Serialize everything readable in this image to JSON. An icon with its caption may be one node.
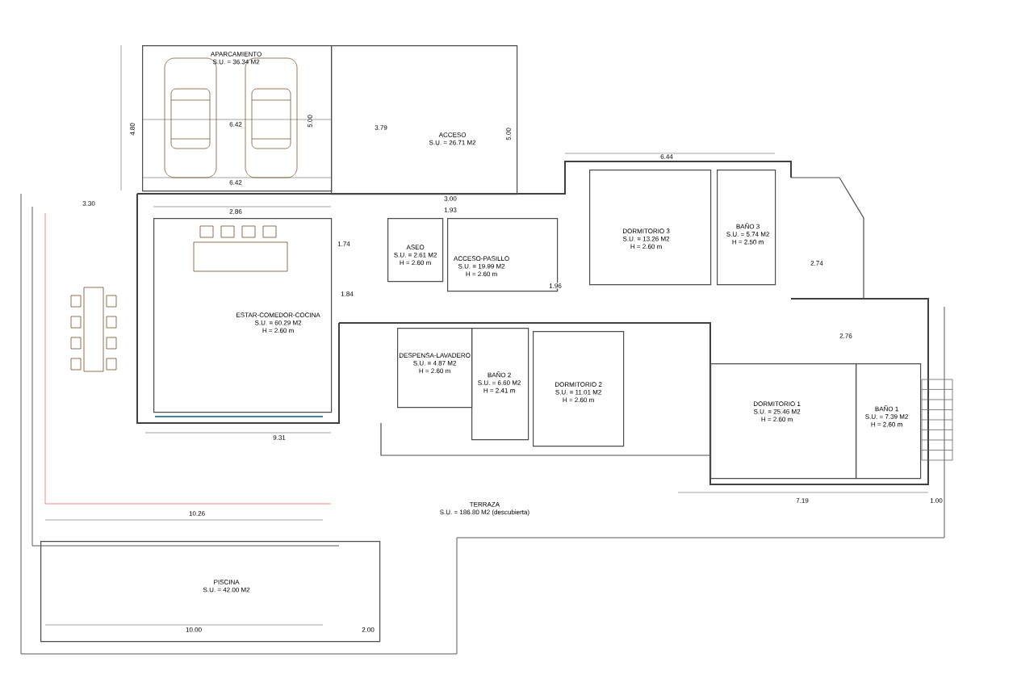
{
  "diagram": {
    "nodes": [
      {
        "text": [
          "APARCAMIENTO",
          "S.U. = 36.34 M2"
        ]
      },
      {
        "text": [
          "ACCESO",
          "S.U. = 26.71 M2"
        ]
      },
      {
        "text": [
          "ESTAR-COMEDOR-COCINA",
          "S.U. = 60.29 M2",
          "H = 2.60 m"
        ]
      },
      {
        "text": [
          "ASEO",
          "S.U. = 2.61 M2",
          "H = 2.60 m"
        ]
      },
      {
        "text": [
          "ACCESO-PASILLO",
          "S.U. = 19.99 M2",
          "H = 2.60 m"
        ]
      },
      {
        "text": [
          "DORMITORIO 3",
          "S.U. = 13.26 M2",
          "H = 2.60 m"
        ]
      },
      {
        "text": [
          "BAÑO 3",
          "S.U. = 5.74 M2",
          "H = 2.50 m"
        ]
      },
      {
        "text": [
          "DESPENSA-LAVADERO",
          "S.U. = 4.87 M2",
          "H = 2.60 m"
        ]
      },
      {
        "text": [
          "BAÑO 2",
          "S.U. = 6.60 M2",
          "H = 2.41 m"
        ]
      },
      {
        "text": [
          "DORMITORIO 2",
          "S.U. = 11.01 M2",
          "H = 2.60 m"
        ]
      },
      {
        "text": [
          "DORMITORIO 1",
          "S.U. = 25.46 M2",
          "H = 2.60 m"
        ]
      },
      {
        "text": [
          "BAÑO 1",
          "S.U. = 7.39 M2",
          "H = 2.60 m"
        ]
      },
      {
        "text": [
          "TERRAZA",
          "S.U. = 186.80 M2 (descubierta)"
        ]
      },
      {
        "text": [
          "PISCINA",
          "S.U. = 42.00 M2"
        ]
      }
    ],
    "labels": [
      "6.42",
      "6.42",
      "4.80",
      "5.00",
      "3.79",
      "5.00",
      "3.30",
      "2.86",
      "3.00",
      "1.93",
      "6.44",
      "2.74",
      "1.96",
      "1.84",
      "1.74",
      "9.31",
      "10.26",
      "10.00",
      "2.00",
      "7.19",
      "1.00",
      "2.76"
    ]
  }
}
